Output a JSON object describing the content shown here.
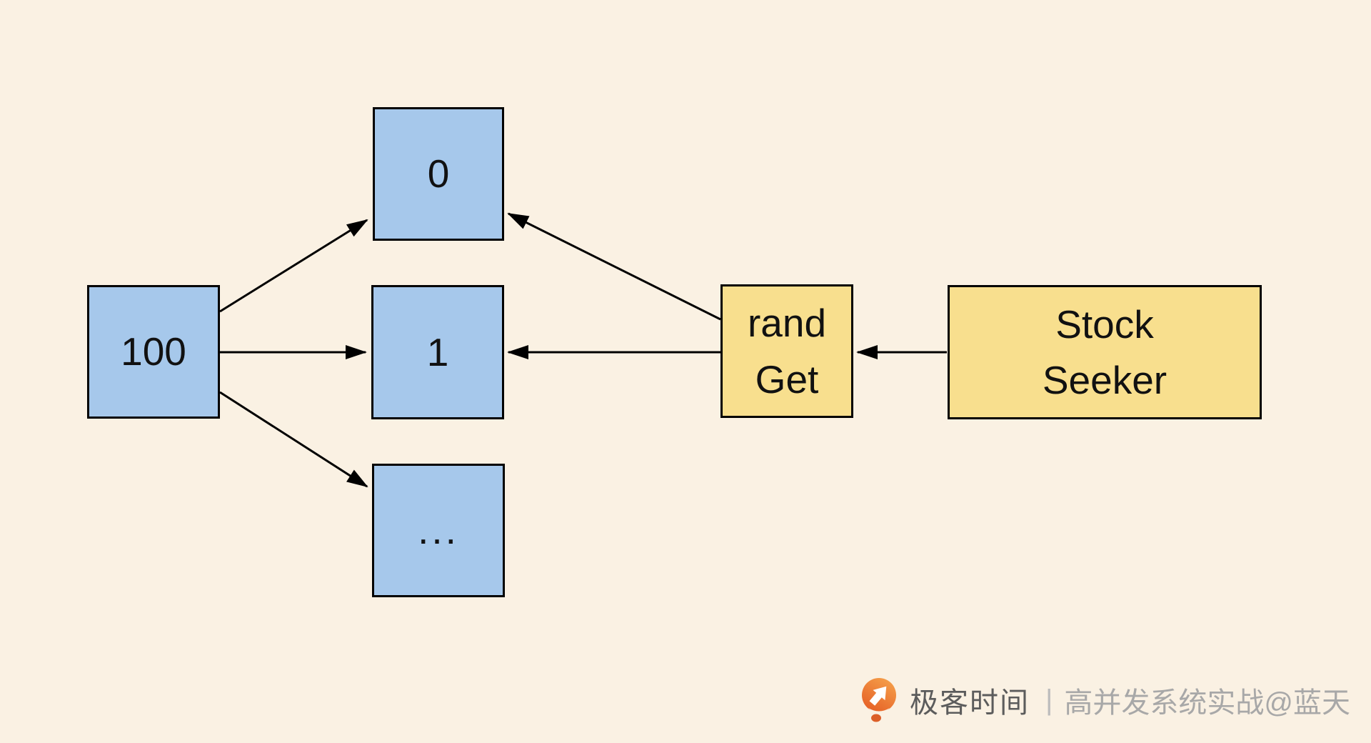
{
  "page": {
    "background": "#FAF1E3"
  },
  "colors": {
    "blue_fill": "#A6C8EB",
    "yellow_fill": "#F8DF8E",
    "stroke": "#000000",
    "ink": "#111111",
    "logo_gradient_top": "#F5A04A",
    "logo_gradient_bottom": "#E55E25",
    "logo_dot": "#DC5F28",
    "brand_text": "#5C5C5C",
    "separator_text": "#BCBCBC",
    "credit_text": "#A8A8A8"
  },
  "diagram": {
    "nodes": {
      "pool": {
        "label": "100"
      },
      "slot0": {
        "label": "0"
      },
      "slot1": {
        "label": "1"
      },
      "more": {
        "label": "..."
      },
      "rand_get": {
        "line1": "rand",
        "line2": "Get"
      },
      "stock_seeker": {
        "line1": "Stock",
        "line2": "Seeker"
      }
    },
    "edges": [
      {
        "from": "pool",
        "to": "slot0"
      },
      {
        "from": "pool",
        "to": "slot1"
      },
      {
        "from": "pool",
        "to": "more"
      },
      {
        "from": "rand_get",
        "to": "slot0"
      },
      {
        "from": "rand_get",
        "to": "slot1"
      },
      {
        "from": "stock_seeker",
        "to": "rand_get"
      }
    ]
  },
  "watermark": {
    "logo": "geektime-logo",
    "brand": "极客时间",
    "separator": "|",
    "credit": "高并发系统实战@蓝天"
  }
}
